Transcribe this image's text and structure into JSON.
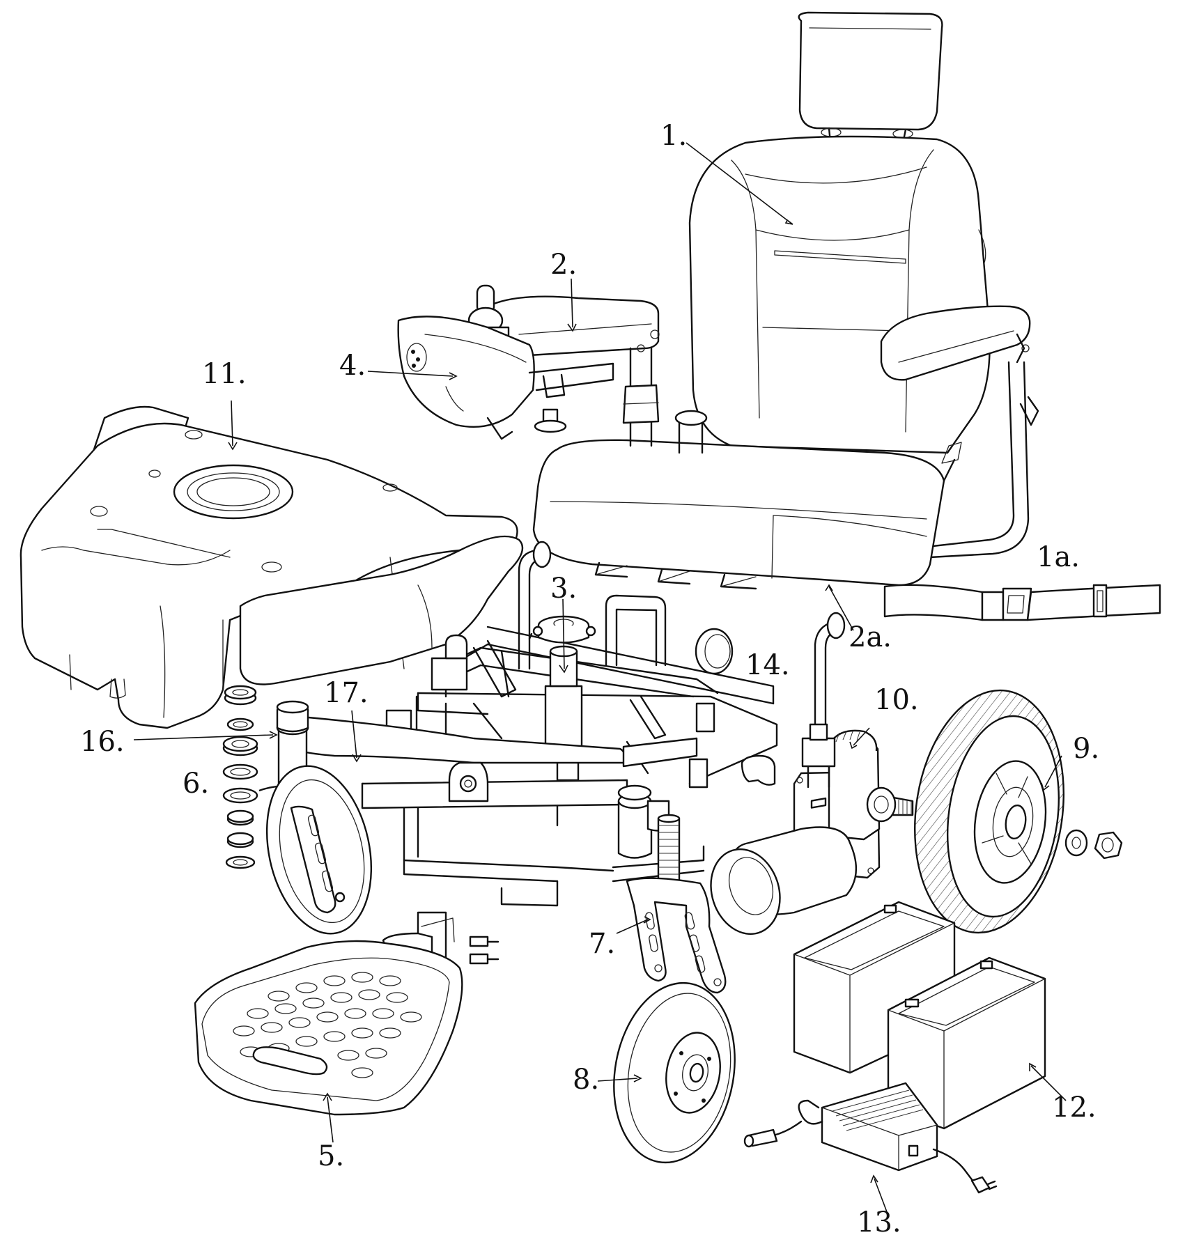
{
  "diagram": {
    "labels": {
      "seat": "1.",
      "seat_belt": "1a.",
      "armrest_right": "2.",
      "seat_post_mount": "2a.",
      "seat_post": "3.",
      "controller": "4.",
      "footplate": "5.",
      "bearing_stack": "6.",
      "caster_fork": "7.",
      "caster_wheel": "8.",
      "drive_wheel": "9.",
      "motor": "10.",
      "shroud": "11.",
      "batteries": "12.",
      "charger": "13.",
      "cap": "14.",
      "fork_cap": "16.",
      "anti_tip_arm": "17."
    }
  }
}
